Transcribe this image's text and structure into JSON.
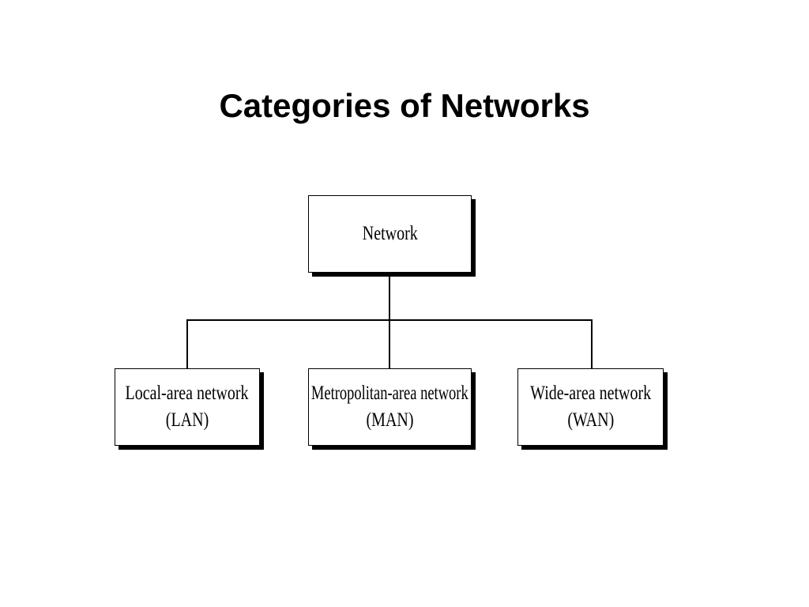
{
  "title": "Categories of Networks",
  "diagram": {
    "root": {
      "label": "Network"
    },
    "children": [
      {
        "name": "Local-area network",
        "abbr": "(LAN)"
      },
      {
        "name": "Metropolitan-area network",
        "abbr": "(MAN)"
      },
      {
        "name": "Wide-area network",
        "abbr": "(WAN)"
      }
    ]
  }
}
